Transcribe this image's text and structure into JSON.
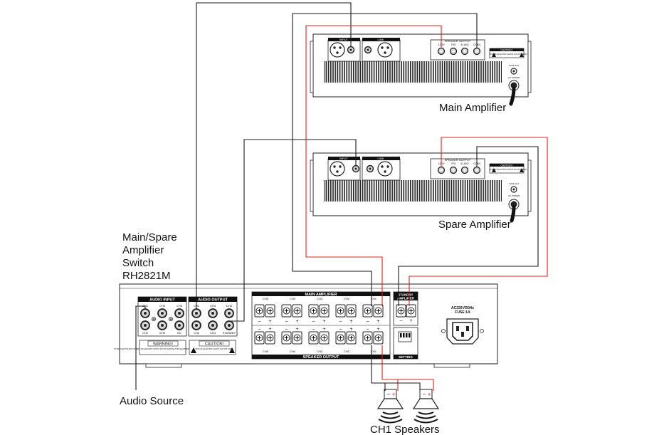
{
  "labels": {
    "main_amplifier": "Main Amplifier",
    "spare_amplifier": "Spare Amplifier",
    "switch_title": [
      "Main/Spare",
      "Amplifier",
      "Switch",
      "RH2821M"
    ],
    "audio_source": "Audio Source",
    "ch1_speakers": "CH1 Speakers"
  },
  "amplifier_panel": {
    "input": "INPUT",
    "link": "LINK",
    "speaker_output": "SPEAKER OUTPUT",
    "taps": [
      "120V",
      "70V",
      "8-16Ω",
      "COM"
    ],
    "caution": "CAUTION !",
    "caution_text": "RISK OF ELECTRIC SHOCK DO NOT OPEN",
    "fuse": "FUSE 10A",
    "power": "AC POWER"
  },
  "switch_panel": {
    "audio_input": "AUDIO INPUT",
    "audio_output": "AUDIO OUTPUT",
    "input_top": [
      "CH1",
      "CH3",
      "CH5"
    ],
    "input_bottom": [
      "CH2",
      "CH4",
      "NC"
    ],
    "output_top": [
      "CH1",
      "CH3",
      "CH5"
    ],
    "output_bottom": [
      "CH2",
      "CH4",
      "STANDBY"
    ],
    "warning": "WARNING!",
    "warning_text": "TO REDUCE THE RISK OF FIRE OR ELECTRIC SHOCK DO NOT EXPOSE THIS EQUIPMENT TO RAIN OR MOISTURE",
    "caution": "CAUTION!",
    "caution_text": "RISK OF ELECTRIC SHOCK DO NOT OPEN",
    "main_amplifier": "MAIN AMPLIFIER",
    "speaker_output": "SPEAKER OUTPUT",
    "channels": [
      "CH5",
      "CH4",
      "CH3",
      "CH2",
      "CH1"
    ],
    "standby": "STANDBY",
    "standby_amp": "AMPLIFIER",
    "setting": "SETTING",
    "ac_rating": "AC220V/50Hz",
    "fuse_rating": "FUSE:1A"
  },
  "colors": {
    "wire_black": "#1a1a1a",
    "wire_red": "#e02020"
  }
}
